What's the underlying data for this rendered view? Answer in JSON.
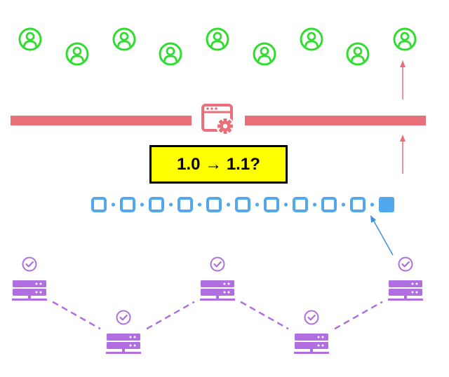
{
  "version_label": "1.0 → 1.1?",
  "colors": {
    "users": "#2fdc2f",
    "platform_bar": "#e9707a",
    "arrow_red": "#e9707a",
    "chain": "#52a8ef",
    "chain_arrow": "#3b8fe0",
    "nodes": "#b06ee0",
    "version_fill": "#ffff00"
  },
  "icons": {
    "user": "user-circle-icon",
    "app": "browser-settings-icon",
    "block": "block-square-icon",
    "node": "server-node-icon",
    "verified": "check-circle-icon"
  },
  "users_count": 9,
  "chain_blocks": 10,
  "chain_new_blocks": 1,
  "nodes_count": 5
}
